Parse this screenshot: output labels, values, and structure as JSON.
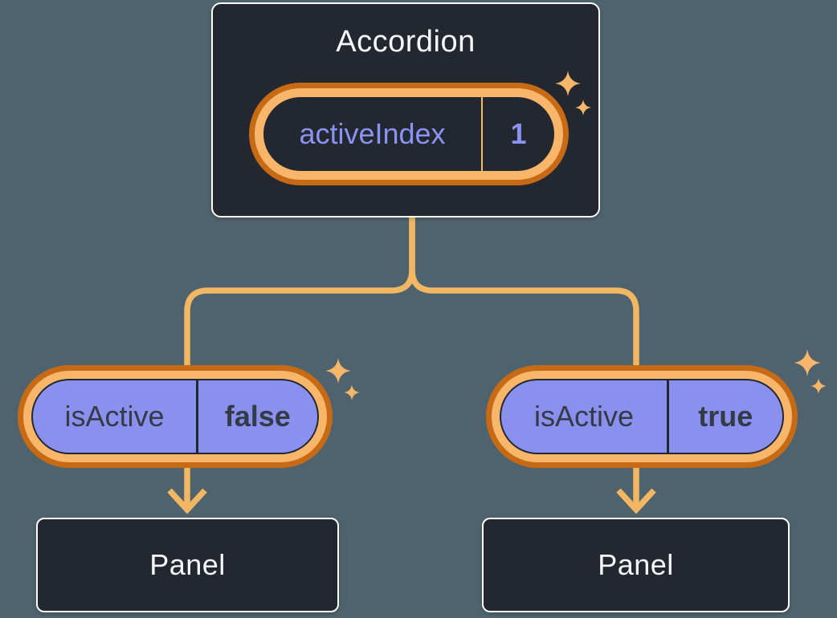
{
  "diagram": {
    "root": {
      "title": "Accordion",
      "state": {
        "name": "activeIndex",
        "value": "1"
      }
    },
    "children": [
      {
        "state": {
          "name": "isActive",
          "value": "false"
        },
        "panel_label": "Panel"
      },
      {
        "state": {
          "name": "isActive",
          "value": "true"
        },
        "panel_label": "Panel"
      }
    ],
    "icons": {
      "sparkle": "sparkle-icon"
    },
    "colors": {
      "background": "#4E636D",
      "node_dark": "#23272F",
      "node_border": "#FFFFFF",
      "orange_dark_ring": "#C76A15",
      "orange_light_ring": "#F8B66A",
      "connector_line": "#F3B763",
      "purple_fill": "#8A90EE",
      "purple_text": "#8B93F2",
      "text_light": "#F6F7F9",
      "text_dark": "#343A46"
    }
  }
}
